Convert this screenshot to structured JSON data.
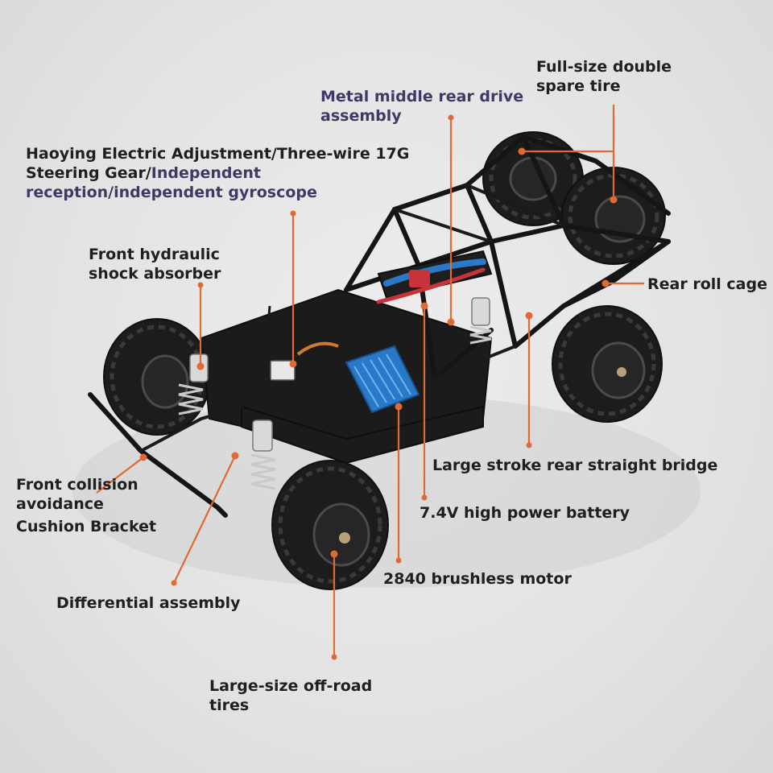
{
  "callouts": {
    "spare_tire": [
      "Full-size double",
      "spare tire"
    ],
    "rear_drive": [
      "Metal middle rear drive",
      "assembly"
    ],
    "steering_line1": "Haoying Electric Adjustment/Three-wire 17G",
    "steering_line2a": "Steering Gear/",
    "steering_line2b": "Independent",
    "steering_line3": "reception/independent gyroscope",
    "front_shock": [
      "Front hydraulic",
      "shock absorber"
    ],
    "rear_roll_cage": "Rear roll cage",
    "rear_bridge": "Large stroke rear straight bridge",
    "battery": "7.4V high power battery",
    "motor": "2840 brushless motor",
    "front_collision": [
      "Front collision",
      "avoidance",
      "Cushion Bracket"
    ],
    "differential": "Differential assembly",
    "offroad_tires": [
      "Large-size off-road",
      "tires"
    ]
  },
  "colors": {
    "leader_line": "#e06a32",
    "text_dark": "#1f1f1f",
    "text_purple": "#3e3a66",
    "motor_blue": "#2a79c9",
    "connector_red": "#c8333a"
  }
}
